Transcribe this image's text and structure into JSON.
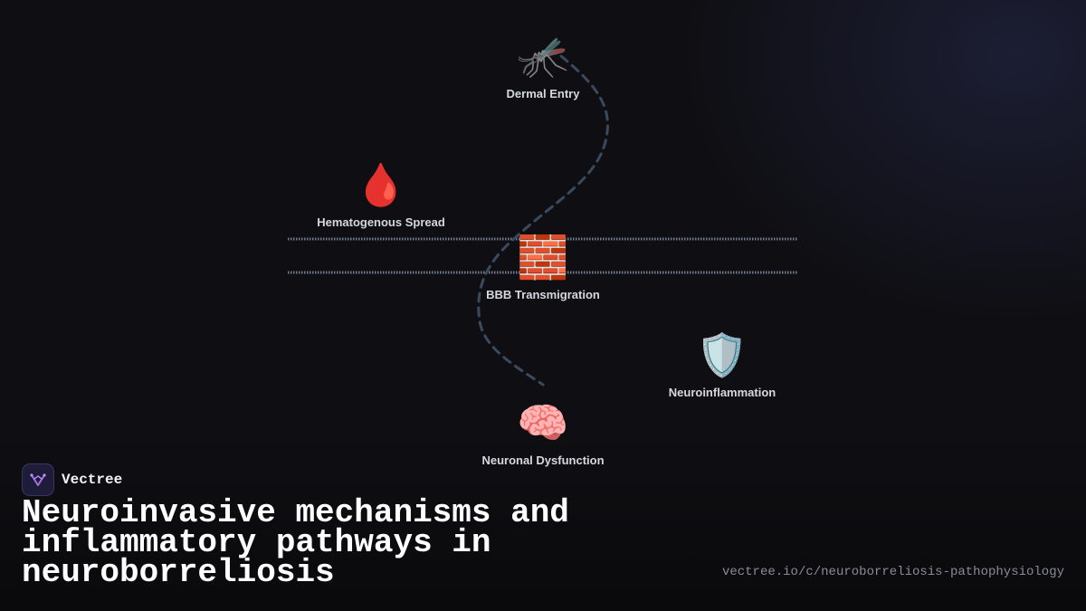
{
  "diagram": {
    "nodes": [
      {
        "id": "dermal",
        "icon": "mosquito-icon",
        "glyph": "🦟",
        "label": "Dermal Entry"
      },
      {
        "id": "hematogenous",
        "icon": "blood-drop-icon",
        "glyph": "🩸",
        "label": "Hematogenous Spread"
      },
      {
        "id": "bbb",
        "icon": "brick-wall-icon",
        "glyph": "🧱",
        "label": "BBB Transmigration"
      },
      {
        "id": "neuroinflammation",
        "icon": "shield-icon",
        "glyph": "🛡️",
        "label": "Neuroinflammation"
      },
      {
        "id": "neuronal",
        "icon": "brain-icon",
        "glyph": "🧠",
        "label": "Neuronal Dysfunction"
      }
    ],
    "colors": {
      "path": "#3a4a5e",
      "barrier": "#6f7c8e"
    }
  },
  "brand": {
    "name": "Vectree",
    "logo_icon": "vectree-logo-icon",
    "accent": "#a070e0"
  },
  "title": "Neuroinvasive mechanisms and inflammatory pathways in neuroborreliosis",
  "url": "vectree.io/c/neuroborreliosis-pathophysiology"
}
